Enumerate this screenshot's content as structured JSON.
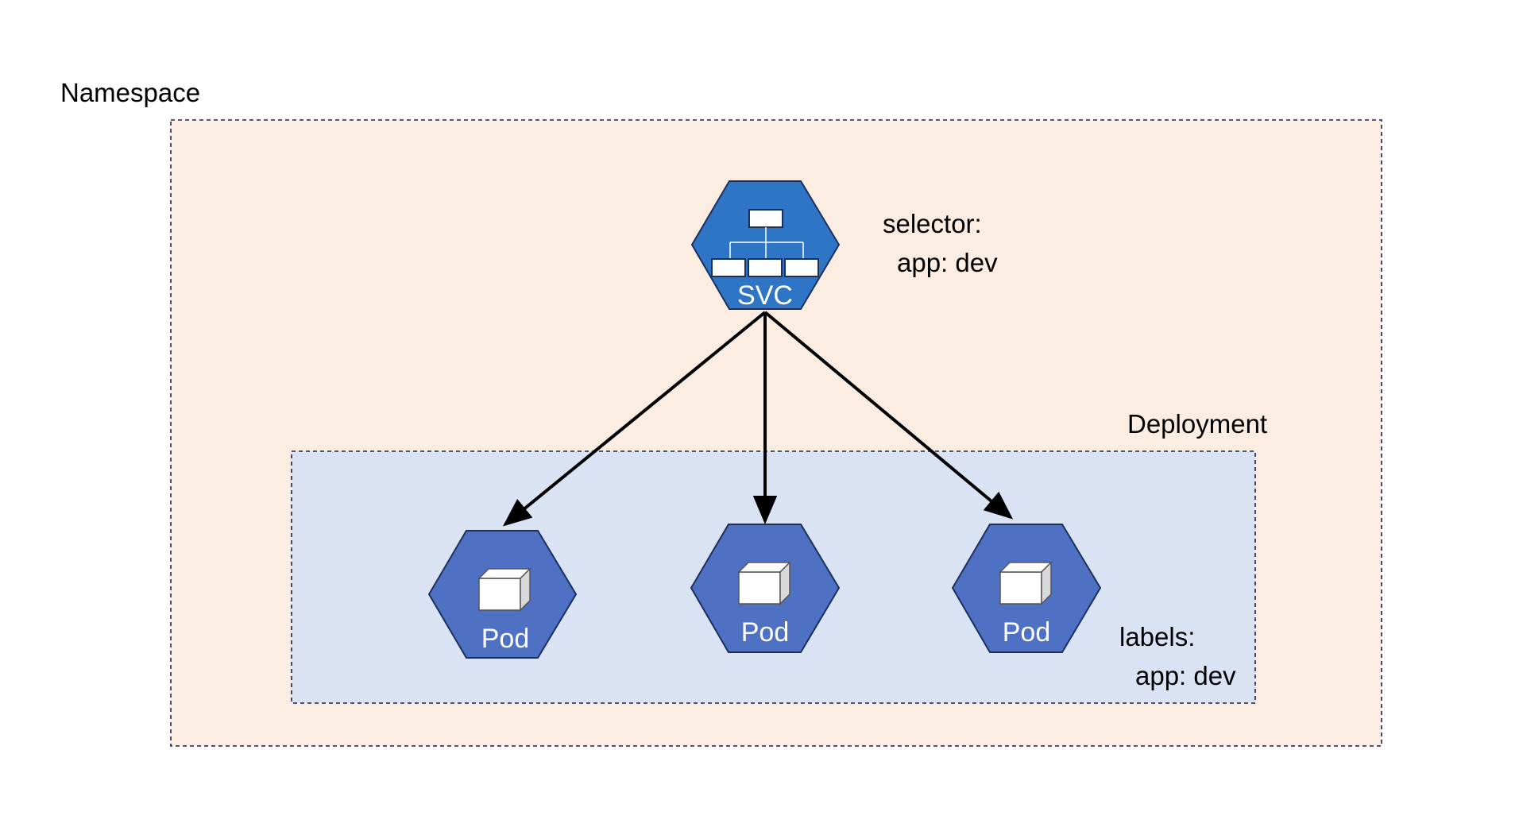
{
  "namespace": {
    "label": "Namespace"
  },
  "deployment": {
    "label": "Deployment",
    "labels_heading": "labels:",
    "labels_value": "app: dev"
  },
  "service": {
    "label": "SVC",
    "selector_heading": "selector:",
    "selector_value": "app: dev"
  },
  "pods": [
    {
      "label": "Pod"
    },
    {
      "label": "Pod"
    },
    {
      "label": "Pod"
    }
  ],
  "colors": {
    "namespace_fill": "#FBEDE2",
    "deployment_fill": "#DAE3F3",
    "border_dash": "#1F1F4A",
    "svc_fill": "#2E75C6",
    "pod_fill": "#4F71C4",
    "arrow": "#000000"
  }
}
